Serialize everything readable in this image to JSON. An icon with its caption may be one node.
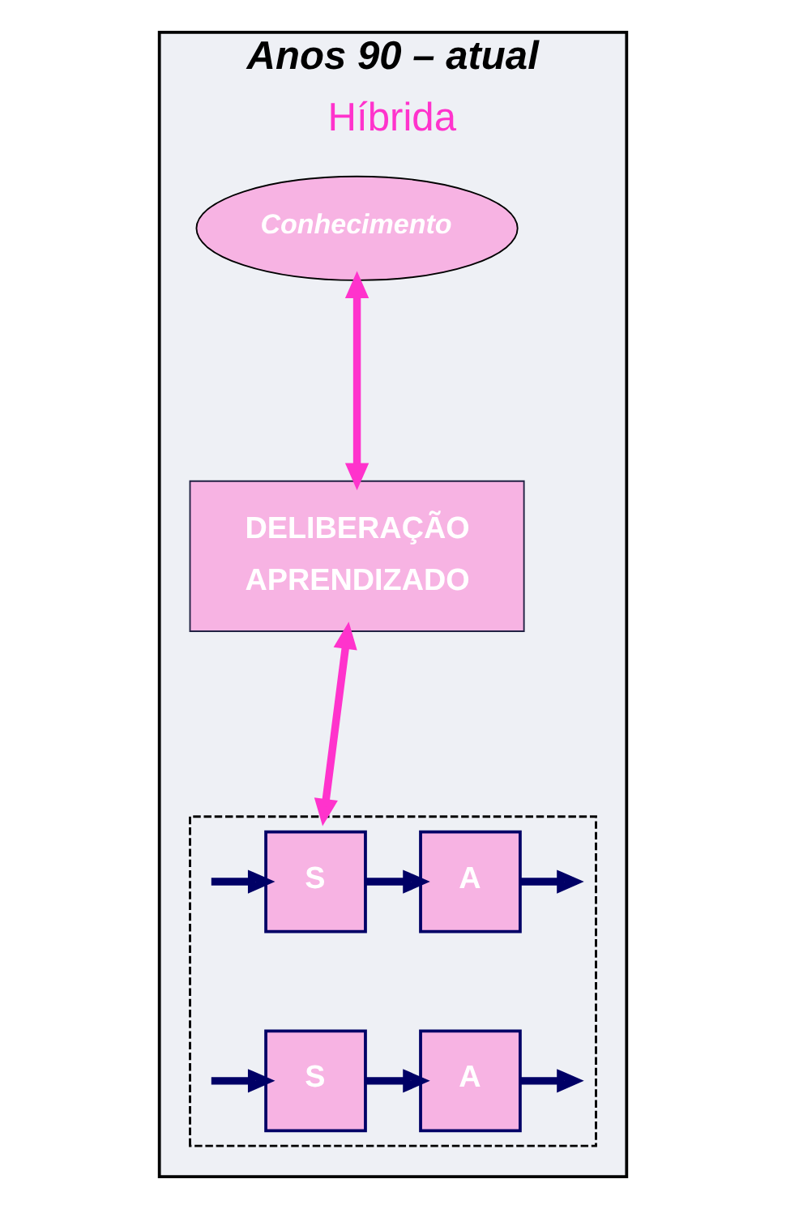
{
  "diagram": {
    "nodes": [
      {
        "text": [
          "Anos 90 – atual",
          "Híbrida"
        ]
      },
      {
        "text": [
          "Conhecimento"
        ],
        "in": 0
      },
      {
        "text": [
          "DELIBERAÇÃO",
          "APRENDIZADO"
        ],
        "in": 0
      },
      {
        "text": [],
        "shape": "box",
        "in": 0
      },
      {
        "text": [
          "S"
        ],
        "in": 3
      },
      {
        "text": [
          "A"
        ],
        "in": 3
      },
      {
        "text": [
          "S"
        ],
        "in": 3
      },
      {
        "text": [
          "A"
        ],
        "in": 3
      }
    ],
    "edges": [
      {
        "from": 1,
        "to": 2,
        "arrow": "both",
        "color": "#ff33cc"
      },
      {
        "from": 2,
        "to": 3,
        "arrow": "both",
        "color": "#ff33cc"
      },
      {
        "from": null,
        "to": 4,
        "arrow": "to",
        "color": "#000066"
      },
      {
        "from": 4,
        "to": 5,
        "arrow": "to",
        "color": "#000066"
      },
      {
        "from": 5,
        "to": null,
        "arrow": "to",
        "color": "#000066"
      },
      {
        "from": null,
        "to": 6,
        "arrow": "to",
        "color": "#000066"
      },
      {
        "from": 6,
        "to": 7,
        "arrow": "to",
        "color": "#000066"
      },
      {
        "from": 7,
        "to": null,
        "arrow": "to",
        "color": "#000066"
      }
    ]
  }
}
